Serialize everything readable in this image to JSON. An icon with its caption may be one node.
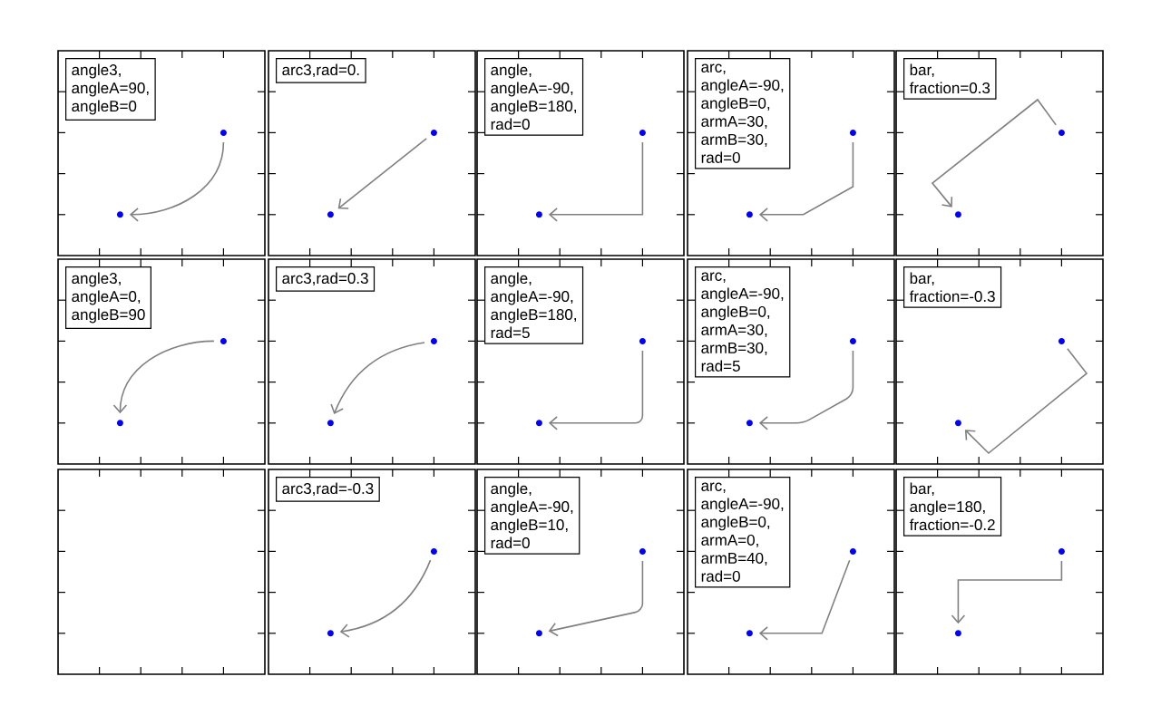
{
  "diagram": {
    "nodes": [
      {
        "text": [],
        "shape": "box"
      },
      {
        "text": [
          "angle3, angleA=90, angleB=0"
        ],
        "in": 0
      },
      {
        "text": [],
        "shape": "circle",
        "in": 0
      },
      {
        "text": [],
        "shape": "circle",
        "in": 0
      },
      {
        "text": [],
        "shape": "box"
      },
      {
        "text": [
          "arc3,rad=0."
        ],
        "in": 4
      },
      {
        "text": [],
        "shape": "circle",
        "in": 4
      },
      {
        "text": [],
        "shape": "circle",
        "in": 4
      },
      {
        "text": [],
        "shape": "box"
      },
      {
        "text": [
          "angle, angleA=-90, angleB=180, rad=0"
        ],
        "in": 8
      },
      {
        "text": [],
        "shape": "circle",
        "in": 8
      },
      {
        "text": [],
        "shape": "circle",
        "in": 8
      },
      {
        "text": [],
        "shape": "box"
      },
      {
        "text": [
          "arc, angleA=-90, angleB=0, armA=30, armB=30, rad=0"
        ],
        "in": 12
      },
      {
        "text": [],
        "shape": "circle",
        "in": 12
      },
      {
        "text": [],
        "shape": "circle",
        "in": 12
      },
      {
        "text": [],
        "shape": "box"
      },
      {
        "text": [
          "bar, fraction=0.3"
        ],
        "in": 16
      },
      {
        "text": [],
        "shape": "circle",
        "in": 16
      },
      {
        "text": [],
        "shape": "circle",
        "in": 16
      },
      {
        "text": [],
        "shape": "box"
      },
      {
        "text": [
          "angle3, angleA=0, angleB=90"
        ],
        "in": 20
      },
      {
        "text": [],
        "shape": "circle",
        "in": 20
      },
      {
        "text": [],
        "shape": "circle",
        "in": 20
      },
      {
        "text": [],
        "shape": "box"
      },
      {
        "text": [
          "arc3,rad=0.3"
        ],
        "in": 24
      },
      {
        "text": [],
        "shape": "circle",
        "in": 24
      },
      {
        "text": [],
        "shape": "circle",
        "in": 24
      },
      {
        "text": [],
        "shape": "box"
      },
      {
        "text": [
          "angle, angleA=-90, angleB=180, rad=5"
        ],
        "in": 28
      },
      {
        "text": [],
        "shape": "circle",
        "in": 28
      },
      {
        "text": [],
        "shape": "circle",
        "in": 28
      },
      {
        "text": [],
        "shape": "box"
      },
      {
        "text": [
          "arc, angleA=-90, angleB=0, armA=30, armB=30, rad=5"
        ],
        "in": 32
      },
      {
        "text": [],
        "shape": "circle",
        "in": 32
      },
      {
        "text": [],
        "shape": "circle",
        "in": 32
      },
      {
        "text": [],
        "shape": "box"
      },
      {
        "text": [
          "bar, fraction=-0.3"
        ],
        "in": 36
      },
      {
        "text": [],
        "shape": "circle",
        "in": 36
      },
      {
        "text": [],
        "shape": "circle",
        "in": 36
      },
      {
        "text": [],
        "shape": "box"
      },
      {
        "text": [],
        "shape": "box"
      },
      {
        "text": [
          "arc3,rad=-0.3"
        ],
        "in": 41
      },
      {
        "text": [],
        "shape": "circle",
        "in": 41
      },
      {
        "text": [],
        "shape": "circle",
        "in": 41
      },
      {
        "text": [],
        "shape": "box"
      },
      {
        "text": [
          "angle, angleA=-90, angleB=10, rad=0"
        ],
        "in": 45
      },
      {
        "text": [],
        "shape": "circle",
        "in": 45
      },
      {
        "text": [],
        "shape": "circle",
        "in": 45
      },
      {
        "text": [],
        "shape": "box"
      },
      {
        "text": [
          "arc, angleA=-90, angleB=0, armA=0, armB=40, rad=0"
        ],
        "in": 49
      },
      {
        "text": [],
        "shape": "circle",
        "in": 49
      },
      {
        "text": [],
        "shape": "circle",
        "in": 49
      },
      {
        "text": [],
        "shape": "box"
      },
      {
        "text": [
          "bar, angle=180, fraction=-0.2"
        ],
        "in": 53
      },
      {
        "text": [],
        "shape": "circle",
        "in": 53
      },
      {
        "text": [],
        "shape": "circle",
        "in": 53
      }
    ],
    "edges": [
      {
        "from": 3,
        "to": 2,
        "arrow": "to"
      },
      {
        "from": 7,
        "to": 6,
        "arrow": "to"
      },
      {
        "from": 11,
        "to": 10,
        "arrow": "to"
      },
      {
        "from": 15,
        "to": 14,
        "arrow": "to"
      },
      {
        "from": 19,
        "to": 18,
        "arrow": "to"
      },
      {
        "from": 23,
        "to": 22,
        "arrow": "to"
      },
      {
        "from": 27,
        "to": 26,
        "arrow": "to"
      },
      {
        "from": 31,
        "to": 30,
        "arrow": "to"
      },
      {
        "from": 35,
        "to": 34,
        "arrow": "to"
      },
      {
        "from": 39,
        "to": 38,
        "arrow": "to"
      },
      {
        "from": 44,
        "to": 43,
        "arrow": "to"
      },
      {
        "from": 48,
        "to": 47,
        "arrow": "to"
      },
      {
        "from": 52,
        "to": 51,
        "arrow": "to"
      },
      {
        "from": 56,
        "to": 55,
        "arrow": "to"
      }
    ]
  }
}
